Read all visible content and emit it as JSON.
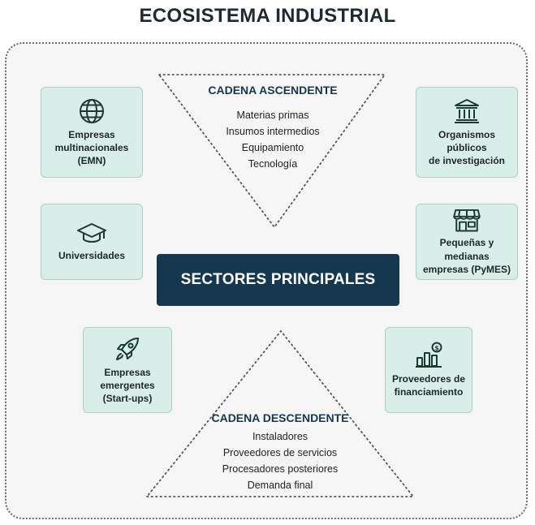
{
  "title": "ECOSISTEMA INDUSTRIAL",
  "center_label": "SECTORES PRINCIPALES",
  "upstream": {
    "title": "CADENA ASCENDENTE",
    "items": [
      "Materias primas",
      "Insumos intermedios",
      "Equipamiento",
      "Tecnología"
    ]
  },
  "downstream": {
    "title": "CADENA DESCENDENTE",
    "items": [
      "Instaladores",
      "Proveedores de servicios",
      "Procesadores posteriores",
      "Demanda final"
    ]
  },
  "actors": {
    "emn": {
      "label": "Empresas\nmultinacionales\n(EMN)",
      "icon": "globe-icon"
    },
    "universidades": {
      "label": "Universidades",
      "icon": "graduation-cap-icon"
    },
    "startups": {
      "label": "Empresas\nemergentes\n(Start-ups)",
      "icon": "rocket-icon"
    },
    "investigacion": {
      "label": "Organismos públicos\nde investigación",
      "icon": "institution-icon"
    },
    "pymes": {
      "label": "Pequeñas y medianas\nempresas (PyMES)",
      "icon": "storefront-icon"
    },
    "financiamiento": {
      "label": "Proveedores de\nfinanciamiento",
      "icon": "finance-chart-icon"
    }
  },
  "colors": {
    "box_fill": "#d9eee8",
    "box_border": "#a9cfc3",
    "center_fill": "#16384e",
    "accent_text": "#16384e",
    "icon_stroke": "#1a3a33"
  }
}
